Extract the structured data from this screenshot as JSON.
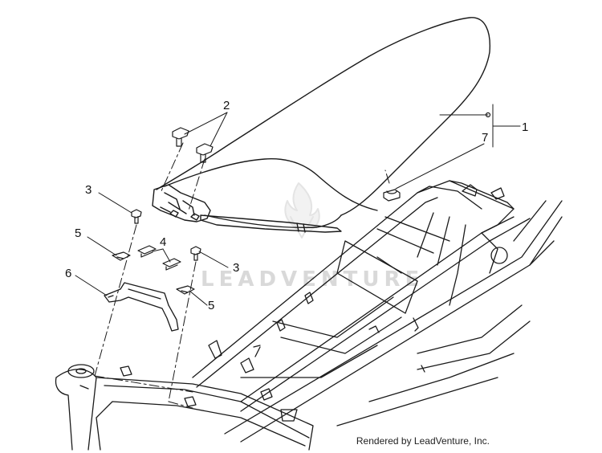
{
  "callouts": {
    "c1": "1",
    "c2": "2",
    "c3a": "3",
    "c3b": "3",
    "c4": "4",
    "c5a": "5",
    "c5b": "5",
    "c6": "6",
    "c7": "7"
  },
  "watermark": "LEADVENTURE",
  "credit": "Rendered by LeadVenture, Inc.",
  "colors": {
    "line": "#1a1a1a",
    "watermark": "#d9d9d9",
    "background": "#ffffff"
  }
}
